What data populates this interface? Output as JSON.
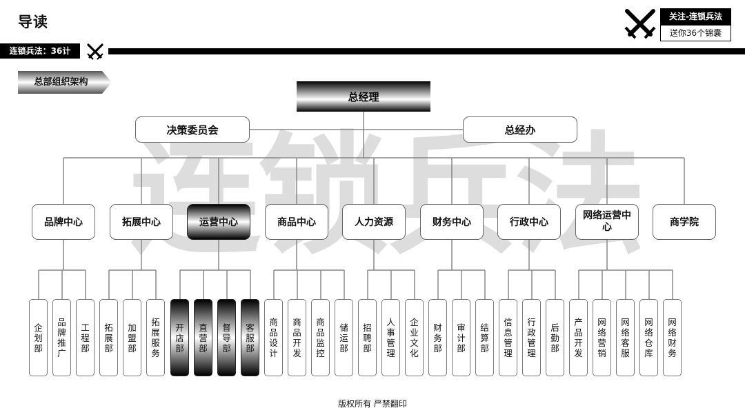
{
  "header": {
    "title": "导读",
    "badge": "连锁兵法：36计",
    "follow_title": "关注-连锁兵法",
    "follow_sub": "送你36个锦囊",
    "logo_icon": "crossed-swords-icon"
  },
  "section_tag": "总部组织架构",
  "watermark": "连锁兵法",
  "chart": {
    "ceo": "总经理",
    "left_side": "决策委员会",
    "right_side": "总经办",
    "centers": [
      {
        "label": "品牌中心",
        "highlight": false,
        "depts": [
          "企划部",
          "品牌推广",
          "工程部"
        ]
      },
      {
        "label": "拓展中心",
        "highlight": false,
        "depts": [
          "拓展部",
          "加盟部",
          "拓展服务"
        ]
      },
      {
        "label": "运营中心",
        "highlight": true,
        "depts": [
          "开店部",
          "直营部",
          "督导部",
          "客服部"
        ]
      },
      {
        "label": "商品中心",
        "highlight": false,
        "depts": [
          "商品设计",
          "商品开发",
          "商品监控",
          "储运部"
        ]
      },
      {
        "label": "人力资源",
        "highlight": false,
        "depts": [
          "招聘部",
          "人事管理",
          "企业文化"
        ]
      },
      {
        "label": "财务中心",
        "highlight": false,
        "depts": [
          "财务部",
          "审计部",
          "结算部"
        ]
      },
      {
        "label": "行政中心",
        "highlight": false,
        "depts": [
          "信息管理",
          "行政管理",
          "后勤部"
        ]
      },
      {
        "label": "网络运营中心",
        "highlight": false,
        "depts": [
          "产品开发",
          "网络营销",
          "网络客服",
          "网络仓库",
          "网络财务"
        ]
      },
      {
        "label": "商学院",
        "highlight": false,
        "depts": []
      }
    ]
  },
  "footer": "版权所有 严禁翻印"
}
